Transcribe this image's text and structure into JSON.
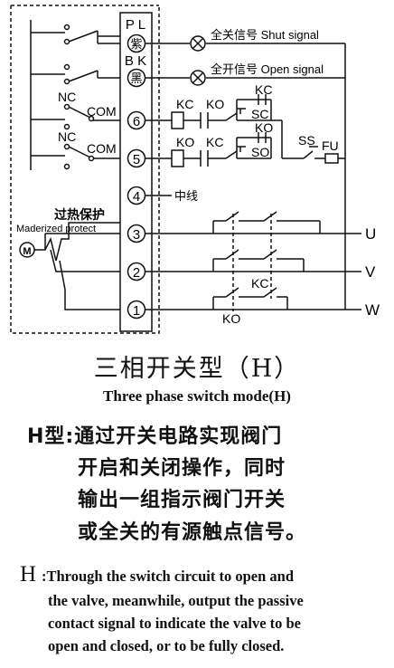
{
  "diagram": {
    "terminals": [
      {
        "label": "P L",
        "sub": "紫"
      },
      {
        "label": "B K",
        "sub": "黑"
      },
      {
        "label": "6"
      },
      {
        "label": "5"
      },
      {
        "label": "4"
      },
      {
        "label": "3"
      },
      {
        "label": "2"
      },
      {
        "label": "1"
      }
    ],
    "signals": {
      "shut": "全关信号 Shut signal",
      "open": "全开信号 Open signal"
    },
    "switch_labels": {
      "nc": "NC",
      "com": "COM"
    },
    "relay_labels": {
      "kc": "KC",
      "ko": "KO",
      "sc": "SC",
      "so": "SO",
      "ss": "SS",
      "fu": "FU"
    },
    "neutral": "中线",
    "overheat": "过热保护",
    "motorized": "Maderized protect",
    "motor": "M",
    "phases": {
      "u": "U",
      "v": "V",
      "w": "W"
    }
  },
  "title_cn": "三相开关型（H）",
  "title_en": "Three phase switch mode(H)",
  "desc_cn": [
    "H型:通过开关电路实现阀门",
    "开启和关闭操作，同时",
    "输出一组指示阀门开关",
    "或全关的有源触点信号。"
  ],
  "desc_en": {
    "prefix": "H",
    "lines": [
      ":Through the switch circuit to open and",
      "the valve, meanwhile, output the passive",
      "contact signal to indicate the valve to be",
      "open and closed, or to be fully closed."
    ]
  }
}
